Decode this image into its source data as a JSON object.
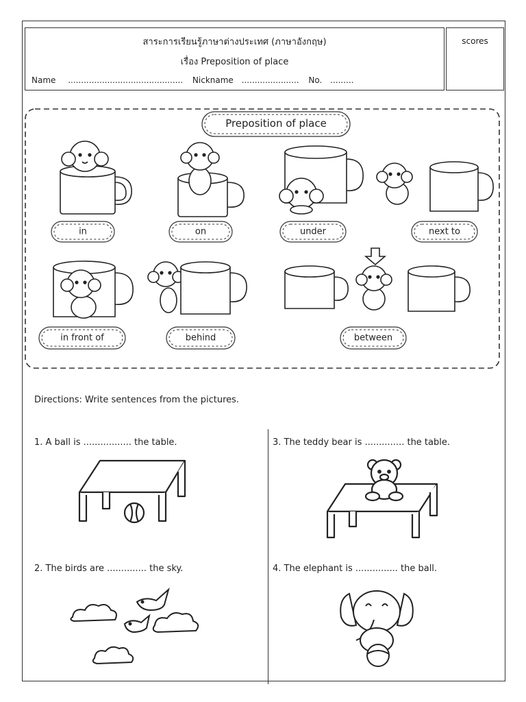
{
  "header": {
    "title_th": "สาระการเรียนรู้ภาษาต่างประเทศ (ภาษาอังกฤษ)",
    "subtitle": "เรื่อง Preposition of place",
    "name_label": "Name",
    "name_dots": "............................................",
    "nickname_label": "Nickname",
    "nickname_dots": "......................",
    "no_label": "No.",
    "no_dots": ".........",
    "scores_label": "scores"
  },
  "panel": {
    "title": "Preposition of place",
    "labels": [
      "in",
      "on",
      "under",
      "next to",
      "in front of",
      "behind",
      "between"
    ]
  },
  "directions": "Directions: Write sentences from the pictures.",
  "questions": [
    "1. A ball is ................. the table.",
    "3. The teddy bear is .............. the table.",
    "2. The birds are .............. the sky.",
    "4. The elephant is ............... the ball."
  ]
}
